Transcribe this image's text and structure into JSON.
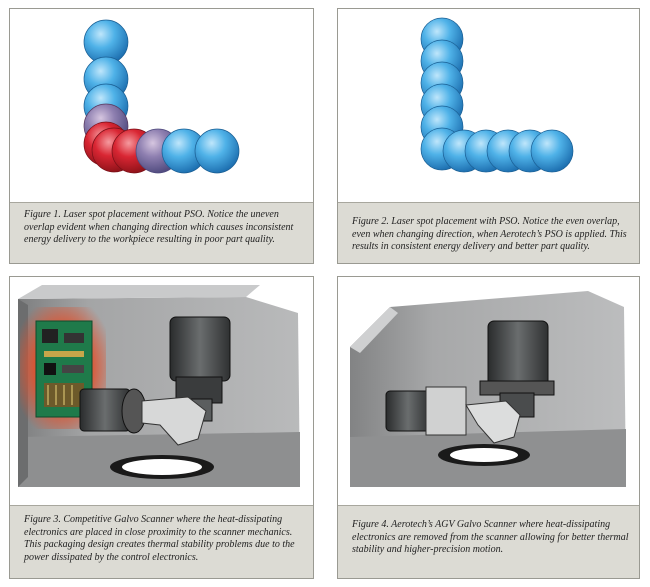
{
  "figures": [
    {
      "caption": "Figure 1. Laser spot placement without PSO. Notice the uneven overlap evident when changing direction which causes inconsistent energy delivery to the workpiece resulting in poor part quality."
    },
    {
      "caption": "Figure 2. Laser spot placement with PSO. Notice the even overlap, even when changing direction, when Aerotech’s PSO is applied. This results in consistent energy delivery and better part quality."
    },
    {
      "caption": "Figure 3. Competitive Galvo Scanner where the heat-dissipating electronics are placed in close proximity to the scanner mechanics. This packaging design creates thermal stability problems due to the power dissipated by the control electronics."
    },
    {
      "caption": "Figure 4. Aerotech’s AGV Galvo Scanner where heat-dissipating electronics are removed from the scanner allowing for better thermal stability and higher-precision motion."
    }
  ],
  "colors": {
    "spot_blue": "#3aa6e0",
    "spot_red": "#d9232e",
    "caption_bg": "#dcdbd4",
    "enclosure_gray": "#9d9e9e",
    "board_green": "#1f7a4a"
  }
}
